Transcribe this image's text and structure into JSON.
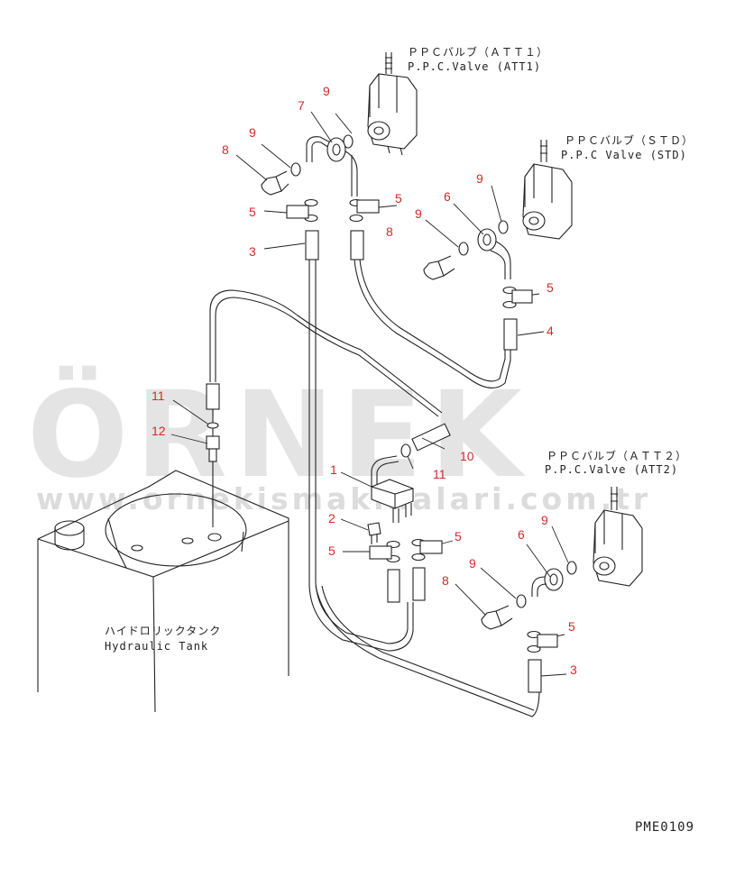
{
  "watermark": {
    "brand": "ÖRNEK",
    "url": "www.orn​ekismakinalari.com.tr"
  },
  "labels": {
    "att1_jp": "ＰＰＣバルブ（ＡＴＴ１）",
    "att1_en": "P.P.C.Valve (ATT1)",
    "std_jp": "ＰＰＣバルブ（ＳＴＤ）",
    "std_en": "P.P.C Valve (STD)",
    "att2_jp": "ＰＰＣバルブ（ＡＴＴ２）",
    "att2_en": "P.P.C.Valve (ATT2)",
    "tank_jp": "ハイドロリックタンク",
    "tank_en": "Hydraulic Tank"
  },
  "drawing_code": "PME0109",
  "callouts": {
    "c1": "1",
    "c2": "2",
    "c3a": "3",
    "c3b": "3",
    "c4": "4",
    "c5a": "5",
    "c5b": "5",
    "c5c": "5",
    "c5d": "5",
    "c5e": "5",
    "c5f": "5",
    "c6a": "6",
    "c6b": "6",
    "c7": "7",
    "c8a": "8",
    "c8b": "8",
    "c8c": "8",
    "c9a": "9",
    "c9b": "9",
    "c9c": "9",
    "c9d": "9",
    "c9e": "9",
    "c9f": "9",
    "c10": "10",
    "c11a": "11",
    "c11b": "11",
    "c12": "12"
  }
}
